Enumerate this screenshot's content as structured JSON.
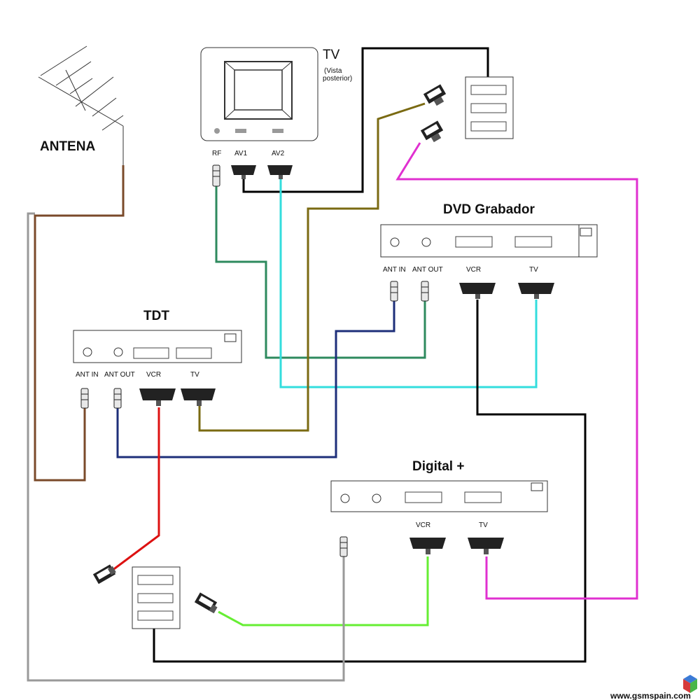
{
  "labels": {
    "antenna": "ANTENA",
    "tv_title": "TV",
    "tv_sub_1": "(Vista",
    "tv_sub_2": "posterior)",
    "tv_rf": "RF",
    "tv_av1": "AV1",
    "tv_av2": "AV2",
    "dvd_title": "DVD Grabador",
    "dvd_ant_in": "ANT IN",
    "dvd_ant_out": "ANT OUT",
    "dvd_vcr": "VCR",
    "dvd_tv": "TV",
    "tdt_title": "TDT",
    "tdt_ant_in": "ANT IN",
    "tdt_ant_out": "ANT OUT",
    "tdt_vcr": "VCR",
    "tdt_tv": "TV",
    "digital_title": "Digital +",
    "digital_vcr": "VCR",
    "digital_tv": "TV",
    "watermark": "www.gsmspain.com"
  },
  "wire_colors": {
    "antenna_feed": "#7a4a2a",
    "tv_rf": "#2e8a5e",
    "tv_av1": "#000000",
    "tv_av2": "#33dddd",
    "tdt_tv_out": "#7a6a12",
    "tdt_ant_out": "#1e2f7a",
    "tdt_vcr": "#dd1111",
    "dvd_vcr": "#000000",
    "digital_vcr": "#66ee33",
    "digital_tv": "#e030d0",
    "digital_ant": "#999999"
  }
}
